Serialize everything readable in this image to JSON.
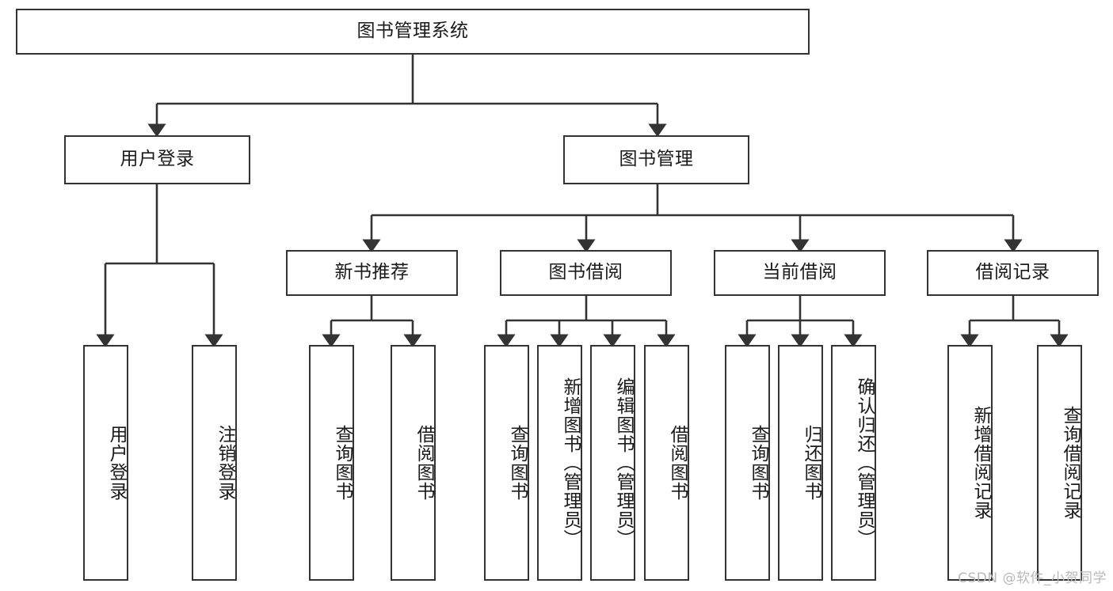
{
  "diagram": {
    "type": "tree",
    "title": "图书管理系统",
    "orientation": "top-down",
    "colors": {
      "box_border": "#333333",
      "box_fill": "#ffffff",
      "edge": "#333333",
      "text": "#1a1a1a",
      "watermark": "#b9b9b9",
      "background": "#ffffff"
    },
    "root": {
      "label": "图书管理系统"
    },
    "level2": [
      {
        "label": "用户登录"
      },
      {
        "label": "图书管理"
      }
    ],
    "level3": [
      {
        "label": "新书推荐"
      },
      {
        "label": "图书借阅"
      },
      {
        "label": "当前借阅"
      },
      {
        "label": "借阅记录"
      }
    ],
    "leaves": {
      "user_login": [
        {
          "label": "用户登录"
        },
        {
          "label": "注销登录"
        }
      ],
      "new_book_recommend": [
        {
          "label": "查询图书"
        },
        {
          "label": "借阅图书"
        }
      ],
      "book_borrow": [
        {
          "label": "查询图书"
        },
        {
          "label": "新增图书（管理员）"
        },
        {
          "label": "编辑图书（管理员）"
        },
        {
          "label": "借阅图书"
        }
      ],
      "current_borrow": [
        {
          "label": "查询图书"
        },
        {
          "label": "归还图书"
        },
        {
          "label": "确认归还（管理员）"
        }
      ],
      "borrow_record": [
        {
          "label": "新增借阅记录"
        },
        {
          "label": "查询借阅记录"
        }
      ]
    }
  },
  "watermark": {
    "text": "CSDN @软件_小贺同学"
  }
}
